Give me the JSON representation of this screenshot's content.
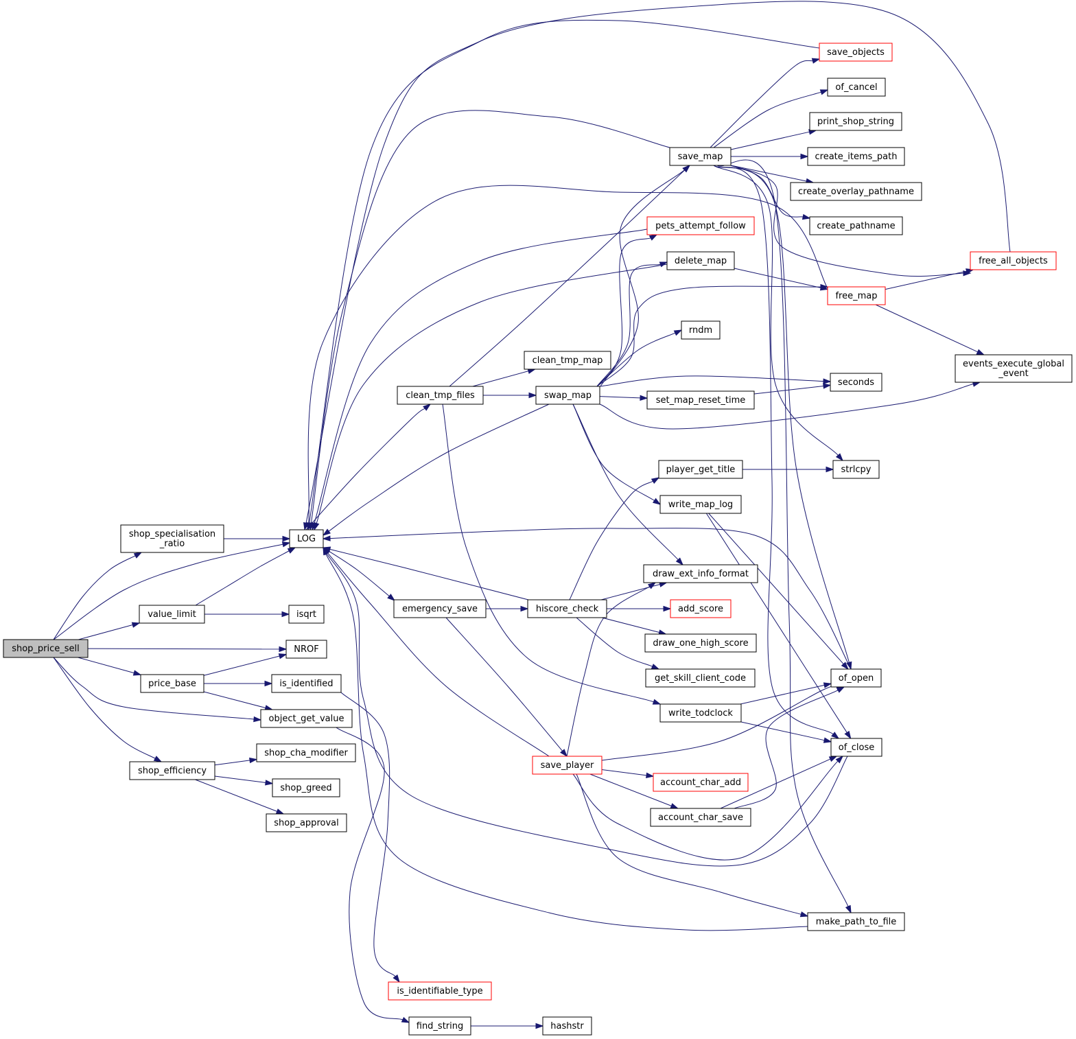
{
  "colors": {
    "edge": "#191970",
    "box_border": "#000000",
    "box_border_incomplete": "#ff0000",
    "root_fill": "#bfbfbf",
    "box_fill": "#ffffff"
  },
  "nodes": [
    {
      "id": "shop_price_sell",
      "lines": [
        "shop_price_sell"
      ],
      "style": "root"
    },
    {
      "id": "shop_specialisation_ratio",
      "lines": [
        "shop_specialisation",
        "_ratio"
      ],
      "style": "normal"
    },
    {
      "id": "value_limit",
      "lines": [
        "value_limit"
      ],
      "style": "normal"
    },
    {
      "id": "price_base",
      "lines": [
        "price_base"
      ],
      "style": "normal"
    },
    {
      "id": "shop_efficiency",
      "lines": [
        "shop_efficiency"
      ],
      "style": "normal"
    },
    {
      "id": "LOG",
      "lines": [
        "LOG"
      ],
      "style": "normal"
    },
    {
      "id": "isqrt",
      "lines": [
        "isqrt"
      ],
      "style": "normal"
    },
    {
      "id": "NROF",
      "lines": [
        "NROF"
      ],
      "style": "normal"
    },
    {
      "id": "is_identified",
      "lines": [
        "is_identified"
      ],
      "style": "normal"
    },
    {
      "id": "object_get_value",
      "lines": [
        "object_get_value"
      ],
      "style": "normal"
    },
    {
      "id": "shop_cha_modifier",
      "lines": [
        "shop_cha_modifier"
      ],
      "style": "normal"
    },
    {
      "id": "shop_greed",
      "lines": [
        "shop_greed"
      ],
      "style": "normal"
    },
    {
      "id": "shop_approval",
      "lines": [
        "shop_approval"
      ],
      "style": "normal"
    },
    {
      "id": "is_identifiable_type",
      "lines": [
        "is_identifiable_type"
      ],
      "style": "incomplete"
    },
    {
      "id": "find_string",
      "lines": [
        "find_string"
      ],
      "style": "normal"
    },
    {
      "id": "hashstr",
      "lines": [
        "hashstr"
      ],
      "style": "normal"
    },
    {
      "id": "clean_tmp_files",
      "lines": [
        "clean_tmp_files"
      ],
      "style": "normal"
    },
    {
      "id": "emergency_save",
      "lines": [
        "emergency_save"
      ],
      "style": "normal"
    },
    {
      "id": "clean_tmp_map",
      "lines": [
        "clean_tmp_map"
      ],
      "style": "normal"
    },
    {
      "id": "swap_map",
      "lines": [
        "swap_map"
      ],
      "style": "normal"
    },
    {
      "id": "hiscore_check",
      "lines": [
        "hiscore_check"
      ],
      "style": "normal"
    },
    {
      "id": "save_player",
      "lines": [
        "save_player"
      ],
      "style": "incomplete"
    },
    {
      "id": "save_map",
      "lines": [
        "save_map"
      ],
      "style": "normal"
    },
    {
      "id": "pets_attempt_follow",
      "lines": [
        "pets_attempt_follow"
      ],
      "style": "incomplete"
    },
    {
      "id": "delete_map",
      "lines": [
        "delete_map"
      ],
      "style": "normal"
    },
    {
      "id": "rndm",
      "lines": [
        "rndm"
      ],
      "style": "normal"
    },
    {
      "id": "set_map_reset_time",
      "lines": [
        "set_map_reset_time"
      ],
      "style": "normal"
    },
    {
      "id": "player_get_title",
      "lines": [
        "player_get_title"
      ],
      "style": "normal"
    },
    {
      "id": "write_map_log",
      "lines": [
        "write_map_log"
      ],
      "style": "normal"
    },
    {
      "id": "draw_ext_info_format",
      "lines": [
        "draw_ext_info_format"
      ],
      "style": "normal"
    },
    {
      "id": "add_score",
      "lines": [
        "add_score"
      ],
      "style": "incomplete"
    },
    {
      "id": "draw_one_high_score",
      "lines": [
        "draw_one_high_score"
      ],
      "style": "normal"
    },
    {
      "id": "get_skill_client_code",
      "lines": [
        "get_skill_client_code"
      ],
      "style": "normal"
    },
    {
      "id": "write_todclock",
      "lines": [
        "write_todclock"
      ],
      "style": "normal"
    },
    {
      "id": "account_char_add",
      "lines": [
        "account_char_add"
      ],
      "style": "incomplete"
    },
    {
      "id": "account_char_save",
      "lines": [
        "account_char_save"
      ],
      "style": "normal"
    },
    {
      "id": "save_objects",
      "lines": [
        "save_objects"
      ],
      "style": "incomplete"
    },
    {
      "id": "of_cancel",
      "lines": [
        "of_cancel"
      ],
      "style": "normal"
    },
    {
      "id": "print_shop_string",
      "lines": [
        "print_shop_string"
      ],
      "style": "normal"
    },
    {
      "id": "create_items_path",
      "lines": [
        "create_items_path"
      ],
      "style": "normal"
    },
    {
      "id": "create_overlay_pathname",
      "lines": [
        "create_overlay_pathname"
      ],
      "style": "normal"
    },
    {
      "id": "create_pathname",
      "lines": [
        "create_pathname"
      ],
      "style": "normal"
    },
    {
      "id": "free_map",
      "lines": [
        "free_map"
      ],
      "style": "incomplete"
    },
    {
      "id": "seconds",
      "lines": [
        "seconds"
      ],
      "style": "normal"
    },
    {
      "id": "strlcpy",
      "lines": [
        "strlcpy"
      ],
      "style": "normal"
    },
    {
      "id": "of_open",
      "lines": [
        "of_open"
      ],
      "style": "normal"
    },
    {
      "id": "of_close",
      "lines": [
        "of_close"
      ],
      "style": "normal"
    },
    {
      "id": "make_path_to_file",
      "lines": [
        "make_path_to_file"
      ],
      "style": "normal"
    },
    {
      "id": "free_all_objects",
      "lines": [
        "free_all_objects"
      ],
      "style": "incomplete"
    },
    {
      "id": "events_execute_global_event",
      "lines": [
        "events_execute_global",
        "_event"
      ],
      "style": "normal"
    }
  ],
  "edges": [
    {
      "from": "shop_price_sell",
      "to": "shop_specialisation_ratio"
    },
    {
      "from": "shop_price_sell",
      "to": "LOG"
    },
    {
      "from": "shop_price_sell",
      "to": "value_limit"
    },
    {
      "from": "shop_price_sell",
      "to": "NROF"
    },
    {
      "from": "shop_price_sell",
      "to": "price_base"
    },
    {
      "from": "shop_price_sell",
      "to": "object_get_value"
    },
    {
      "from": "shop_price_sell",
      "to": "shop_efficiency"
    },
    {
      "from": "shop_specialisation_ratio",
      "to": "LOG"
    },
    {
      "from": "value_limit",
      "to": "LOG"
    },
    {
      "from": "value_limit",
      "to": "isqrt"
    },
    {
      "from": "price_base",
      "to": "NROF"
    },
    {
      "from": "price_base",
      "to": "is_identified"
    },
    {
      "from": "price_base",
      "to": "object_get_value"
    },
    {
      "from": "shop_efficiency",
      "to": "shop_cha_modifier"
    },
    {
      "from": "shop_efficiency",
      "to": "shop_greed"
    },
    {
      "from": "shop_efficiency",
      "to": "shop_approval"
    },
    {
      "from": "is_identified",
      "to": "is_identifiable_type"
    },
    {
      "from": "object_get_value",
      "to": "find_string"
    },
    {
      "from": "find_string",
      "to": "hashstr"
    },
    {
      "from": "LOG",
      "to": "clean_tmp_files"
    },
    {
      "from": "LOG",
      "to": "emergency_save"
    },
    {
      "from": "clean_tmp_files",
      "to": "clean_tmp_map"
    },
    {
      "from": "clean_tmp_files",
      "to": "swap_map"
    },
    {
      "from": "clean_tmp_files",
      "to": "save_map"
    },
    {
      "from": "clean_tmp_files",
      "to": "write_todclock"
    },
    {
      "from": "emergency_save",
      "to": "hiscore_check"
    },
    {
      "from": "emergency_save",
      "to": "save_player"
    },
    {
      "from": "swap_map",
      "to": "LOG"
    },
    {
      "from": "swap_map",
      "to": "save_map"
    },
    {
      "from": "swap_map",
      "to": "pets_attempt_follow"
    },
    {
      "from": "swap_map",
      "to": "delete_map"
    },
    {
      "from": "swap_map",
      "to": "free_map"
    },
    {
      "from": "swap_map",
      "to": "rndm"
    },
    {
      "from": "swap_map",
      "to": "seconds"
    },
    {
      "from": "swap_map",
      "to": "set_map_reset_time"
    },
    {
      "from": "swap_map",
      "to": "events_execute_global_event"
    },
    {
      "from": "swap_map",
      "to": "write_map_log"
    },
    {
      "from": "swap_map",
      "to": "draw_ext_info_format"
    },
    {
      "from": "set_map_reset_time",
      "to": "seconds"
    },
    {
      "from": "hiscore_check",
      "to": "LOG"
    },
    {
      "from": "hiscore_check",
      "to": "player_get_title"
    },
    {
      "from": "hiscore_check",
      "to": "draw_ext_info_format"
    },
    {
      "from": "hiscore_check",
      "to": "add_score"
    },
    {
      "from": "hiscore_check",
      "to": "draw_one_high_score"
    },
    {
      "from": "hiscore_check",
      "to": "get_skill_client_code"
    },
    {
      "from": "player_get_title",
      "to": "strlcpy"
    },
    {
      "from": "write_map_log",
      "to": "of_open"
    },
    {
      "from": "write_map_log",
      "to": "of_close"
    },
    {
      "from": "write_todclock",
      "to": "of_open"
    },
    {
      "from": "write_todclock",
      "to": "of_close"
    },
    {
      "from": "save_player",
      "to": "LOG"
    },
    {
      "from": "save_player",
      "to": "draw_ext_info_format"
    },
    {
      "from": "save_player",
      "to": "of_open"
    },
    {
      "from": "save_player",
      "to": "account_char_add"
    },
    {
      "from": "save_player",
      "to": "account_char_save"
    },
    {
      "from": "save_player",
      "to": "of_close"
    },
    {
      "from": "save_player",
      "to": "make_path_to_file"
    },
    {
      "from": "account_char_save",
      "to": "of_open"
    },
    {
      "from": "account_char_save",
      "to": "of_close"
    },
    {
      "from": "save_map",
      "to": "LOG"
    },
    {
      "from": "save_map",
      "to": "save_objects"
    },
    {
      "from": "save_map",
      "to": "of_cancel"
    },
    {
      "from": "save_map",
      "to": "print_shop_string"
    },
    {
      "from": "save_map",
      "to": "create_items_path"
    },
    {
      "from": "save_map",
      "to": "create_overlay_pathname"
    },
    {
      "from": "save_map",
      "to": "create_pathname"
    },
    {
      "from": "save_map",
      "to": "free_all_objects"
    },
    {
      "from": "save_map",
      "to": "strlcpy"
    },
    {
      "from": "save_map",
      "to": "of_open"
    },
    {
      "from": "save_map",
      "to": "of_close"
    },
    {
      "from": "save_map",
      "to": "make_path_to_file"
    },
    {
      "from": "pets_attempt_follow",
      "to": "LOG"
    },
    {
      "from": "delete_map",
      "to": "LOG"
    },
    {
      "from": "delete_map",
      "to": "free_map"
    },
    {
      "from": "free_map",
      "to": "LOG"
    },
    {
      "from": "free_map",
      "to": "free_all_objects"
    },
    {
      "from": "free_map",
      "to": "events_execute_global_event"
    },
    {
      "from": "save_objects",
      "to": "LOG"
    },
    {
      "from": "free_all_objects",
      "to": "LOG"
    },
    {
      "from": "of_open",
      "to": "LOG"
    },
    {
      "from": "of_close",
      "to": "LOG"
    },
    {
      "from": "make_path_to_file",
      "to": "LOG"
    }
  ]
}
